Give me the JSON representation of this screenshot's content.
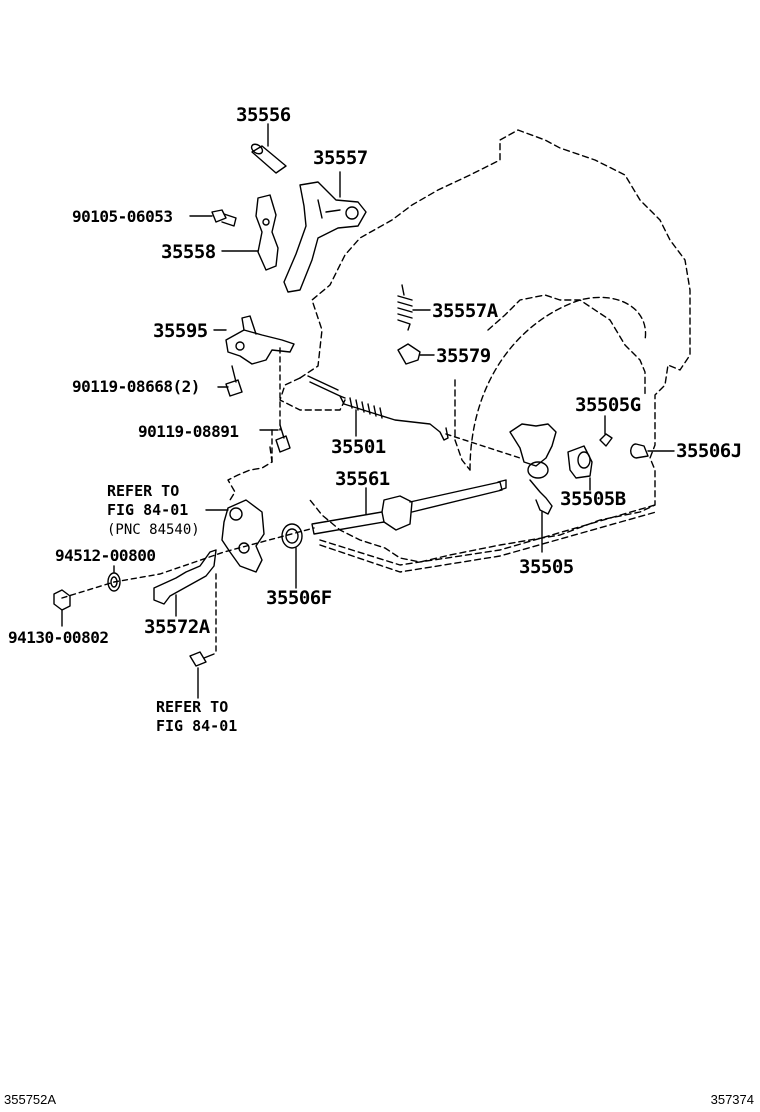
{
  "parts": {
    "p35556": "35556",
    "p35557": "35557",
    "p90105_06053": "90105-06053",
    "p35558": "35558",
    "p35557A": "35557A",
    "p35595": "35595",
    "p35579": "35579",
    "p90119_08668": "90119-08668(2)",
    "p35505G": "35505G",
    "p90119_08891": "90119-08891",
    "p35501": "35501",
    "p35506J": "35506J",
    "p35561": "35561",
    "p35505B": "35505B",
    "p94512_00800": "94512-00800",
    "p35505": "35505",
    "p35506F": "35506F",
    "p35572A": "35572A",
    "p94130_00802": "94130-00802"
  },
  "notes": {
    "refer1_line1": "REFER TO",
    "refer1_line2": "FIG 84-01",
    "refer1_line3": "(PNC 84540)",
    "refer2_line1": "REFER TO",
    "refer2_line2": "FIG 84-01"
  },
  "footer": {
    "left_code": "355752A",
    "right_code": "357374"
  }
}
